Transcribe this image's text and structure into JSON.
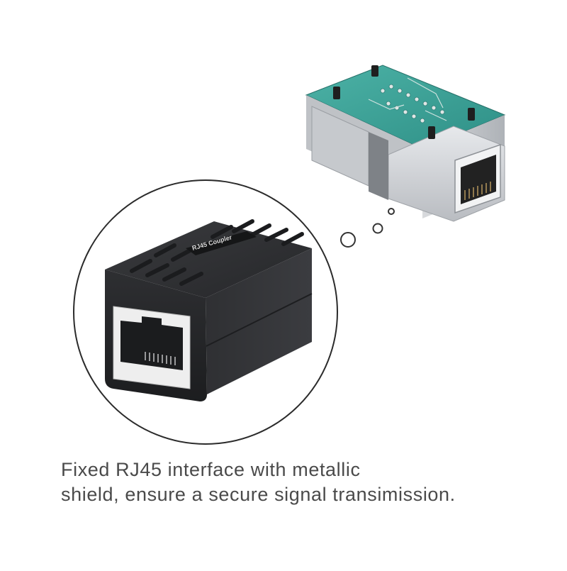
{
  "product": {
    "name": "RJ45 Coupler",
    "label_text": "RJ45 Coupler"
  },
  "caption": {
    "line1": "Fixed RJ45 interface with metallic",
    "line2": "shield, ensure a secure signal transimission."
  },
  "colors": {
    "background": "#ffffff",
    "circle_outline": "#2b2b2b",
    "coupler_body": "#2a2b2d",
    "pcb_green": "#3fa59a",
    "metal_shield": "#c9ccd0",
    "caption_text": "#4a4a4a"
  },
  "icons": [
    "magnifier-circle",
    "thought-bubble-dots",
    "rj45-port-icon"
  ]
}
